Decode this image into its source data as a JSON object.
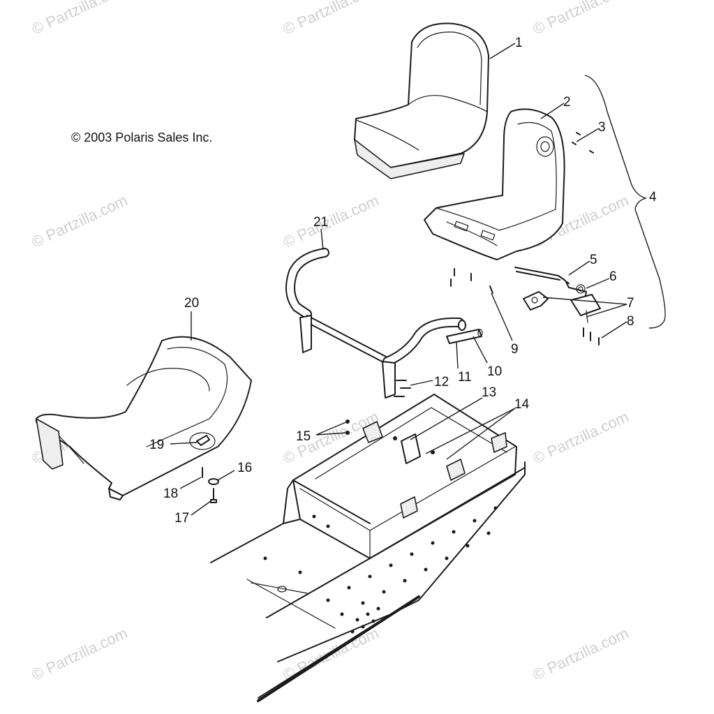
{
  "copyright": "© 2003 Polaris Sales Inc.",
  "watermark": "© Partzilla.com",
  "callouts": [
    "1",
    "2",
    "3",
    "4",
    "5",
    "6",
    "7",
    "8",
    "9",
    "10",
    "11",
    "12",
    "13",
    "14",
    "15",
    "16",
    "17",
    "18",
    "19",
    "20",
    "21"
  ]
}
